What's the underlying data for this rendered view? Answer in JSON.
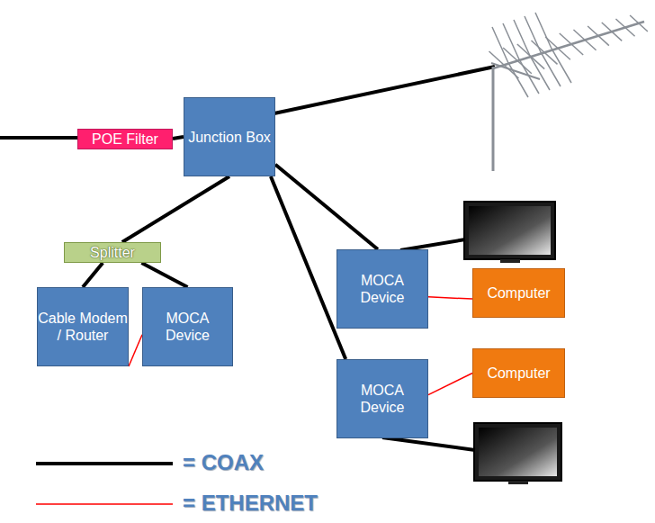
{
  "diagram": {
    "nodes": [
      {
        "text": [
          "POE Filter"
        ]
      },
      {
        "text": [
          "Junction Box"
        ]
      },
      {
        "text": [
          "Splitter"
        ]
      },
      {
        "text": [
          "Cable Modem / Router"
        ]
      },
      {
        "text": [
          "MOCA Device"
        ]
      },
      {
        "text": [
          "MOCA Device"
        ]
      },
      {
        "text": [
          "Computer"
        ]
      },
      {
        "text": [
          "MOCA Device"
        ]
      },
      {
        "text": [
          "Computer"
        ]
      }
    ],
    "edges": [
      {
        "from": 0,
        "to": 1,
        "arrow": "none"
      },
      {
        "from": 1,
        "to": 2,
        "arrow": "none"
      },
      {
        "from": 2,
        "to": 3,
        "arrow": "none"
      },
      {
        "from": 2,
        "to": 4,
        "arrow": "none"
      },
      {
        "from": 1,
        "to": 5,
        "arrow": "none"
      },
      {
        "from": 1,
        "to": 7,
        "arrow": "none"
      },
      {
        "from": 3,
        "to": 4,
        "arrow": "none"
      },
      {
        "from": 5,
        "to": 6,
        "arrow": "none"
      },
      {
        "from": 7,
        "to": 8,
        "arrow": "none"
      }
    ],
    "legend": [
      {
        "text": "= COAX"
      },
      {
        "text": "= ETHERNET"
      }
    ]
  }
}
